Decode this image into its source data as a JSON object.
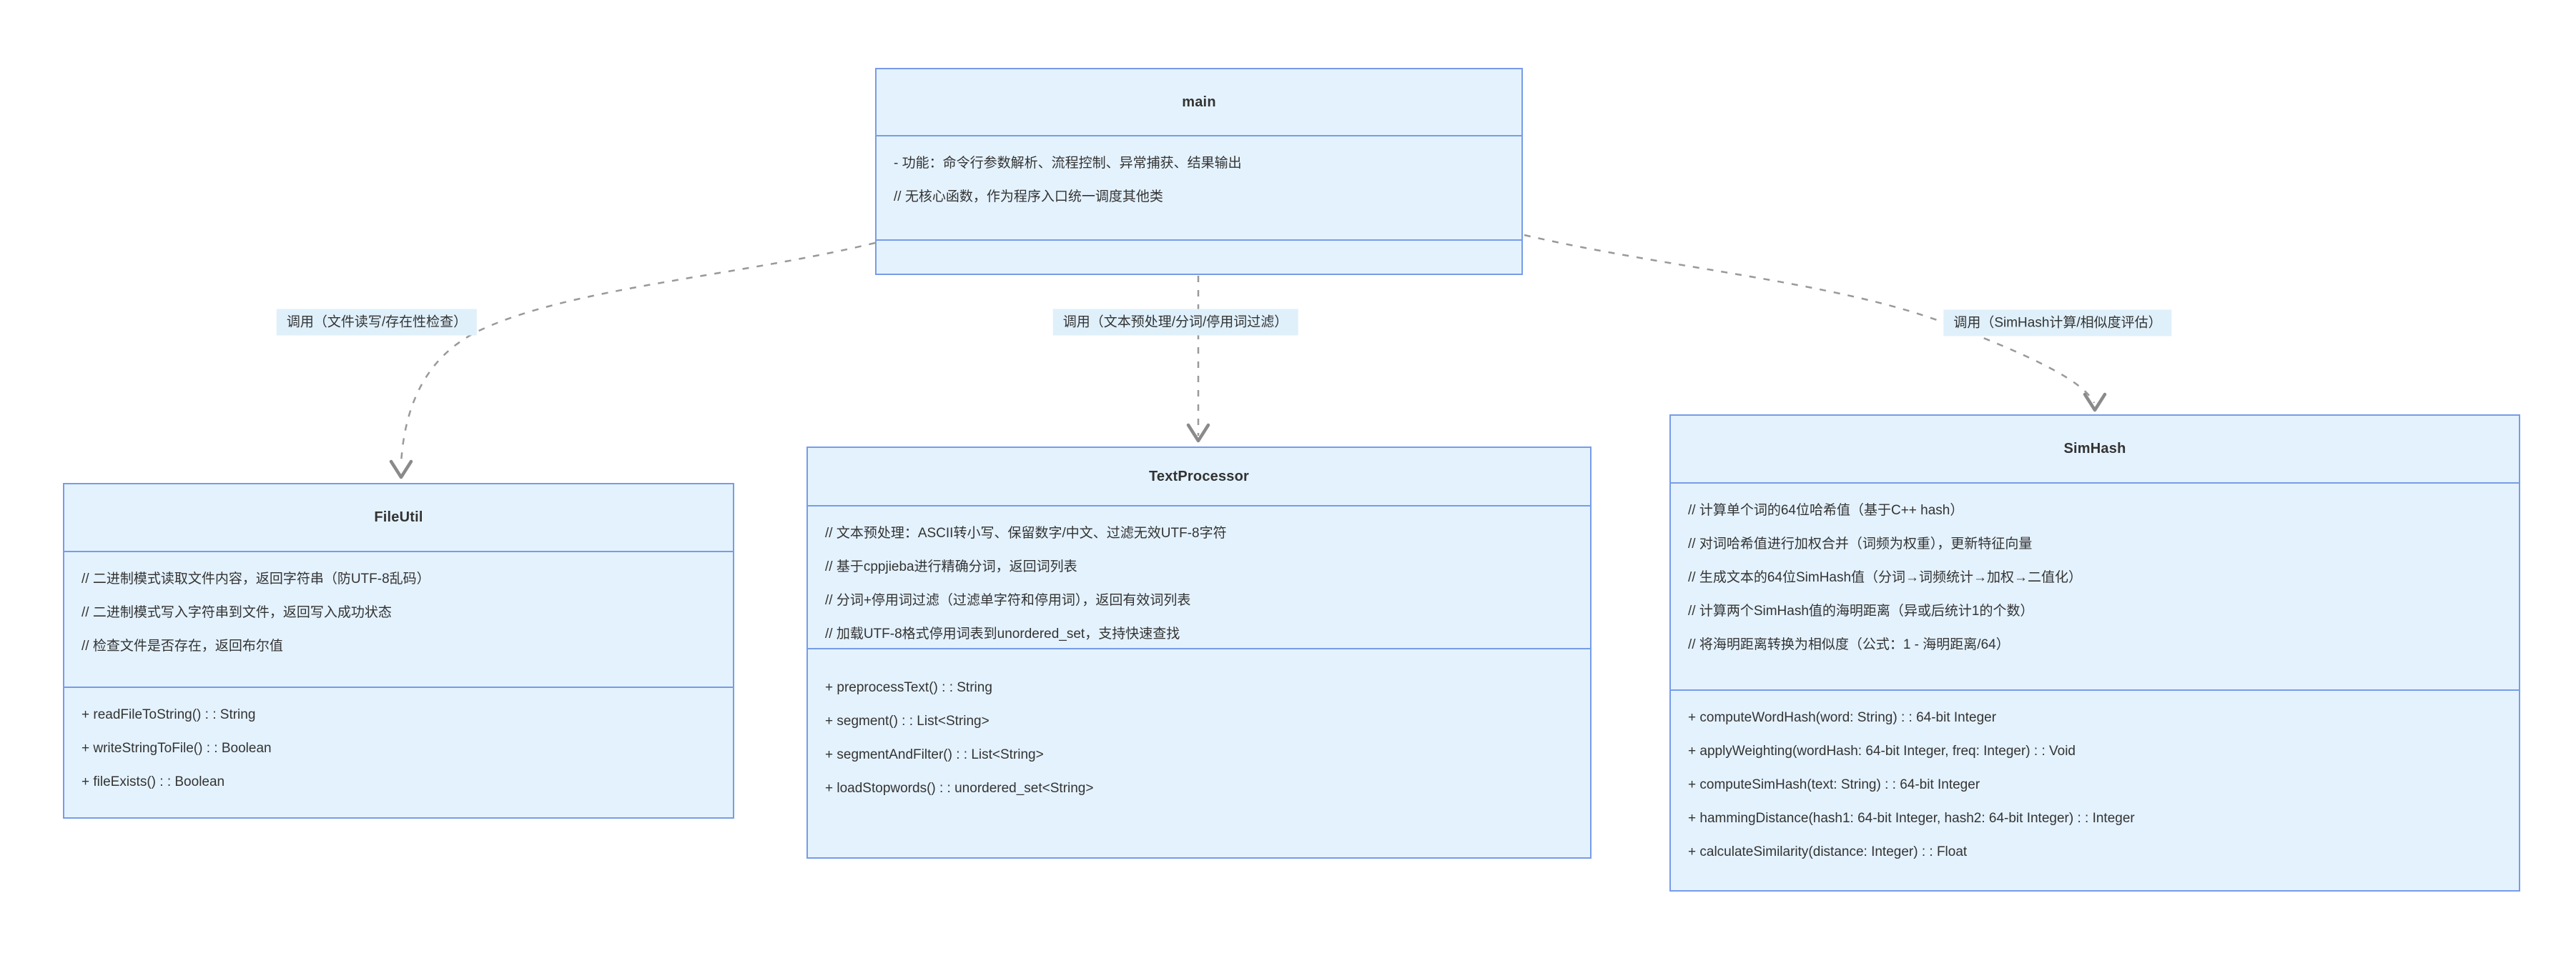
{
  "classes": {
    "main": {
      "title": "main",
      "attributes": [
        "- 功能：命令行参数解析、流程控制、异常捕获、结果输出",
        "// 无核心函数，作为程序入口统一调度其他类"
      ],
      "methods": []
    },
    "file_util": {
      "title": "FileUtil",
      "attributes": [
        "// 二进制模式读取文件内容，返回字符串（防UTF-8乱码）",
        "// 二进制模式写入字符串到文件，返回写入成功状态",
        "// 检查文件是否存在，返回布尔值"
      ],
      "methods": [
        "+ readFileToString() : : String",
        "+ writeStringToFile() : : Boolean",
        "+ fileExists() : : Boolean"
      ]
    },
    "text_processor": {
      "title": "TextProcessor",
      "attributes": [
        "// 文本预处理：ASCII转小写、保留数字/中文、过滤无效UTF-8字符",
        "// 基于cppjieba进行精确分词，返回词列表",
        "// 分词+停用词过滤（过滤单字符和停用词），返回有效词列表",
        "// 加载UTF-8格式停用词表到unordered_set，支持快速查找"
      ],
      "methods": [
        "+ preprocessText() : : String",
        "+ segment() : : List<String>",
        "+ segmentAndFilter() : : List<String>",
        "+ loadStopwords() : : unordered_set<String>"
      ]
    },
    "sim_hash": {
      "title": "SimHash",
      "attributes": [
        "// 计算单个词的64位哈希值（基于C++ hash）",
        "// 对词哈希值进行加权合并（词频为权重），更新特征向量",
        "// 生成文本的64位SimHash值（分词→词频统计→加权→二值化）",
        "// 计算两个SimHash值的海明距离（异或后统计1的个数）",
        "// 将海明距离转换为相似度（公式：1 - 海明距离/64）"
      ],
      "methods": [
        "+ computeWordHash(word: String) : : 64-bit Integer",
        "+ applyWeighting(wordHash: 64-bit Integer, freq: Integer) : : Void",
        "+ computeSimHash(text: String) : : 64-bit Integer",
        "+ hammingDistance(hash1: 64-bit Integer, hash2: 64-bit Integer) : : Integer",
        "+ calculateSimilarity(distance: Integer) : : Float"
      ]
    }
  },
  "edges": {
    "main_fileutil": {
      "label": "调用（文件读写/存在性检查）"
    },
    "main_textprocessor": {
      "label": "调用（文本预处理/分词/停用词过滤）"
    },
    "main_simhash": {
      "label": "调用（SimHash计算/相似度评估）"
    }
  },
  "colors": {
    "node_fill": "#e4f2fd",
    "node_border": "#779ce8",
    "edge_line": "#999999",
    "arrowhead": "#8a8a8a",
    "edge_label_bg": "#dff0fb",
    "text": "#333333",
    "page_bg": "#ffffff"
  }
}
